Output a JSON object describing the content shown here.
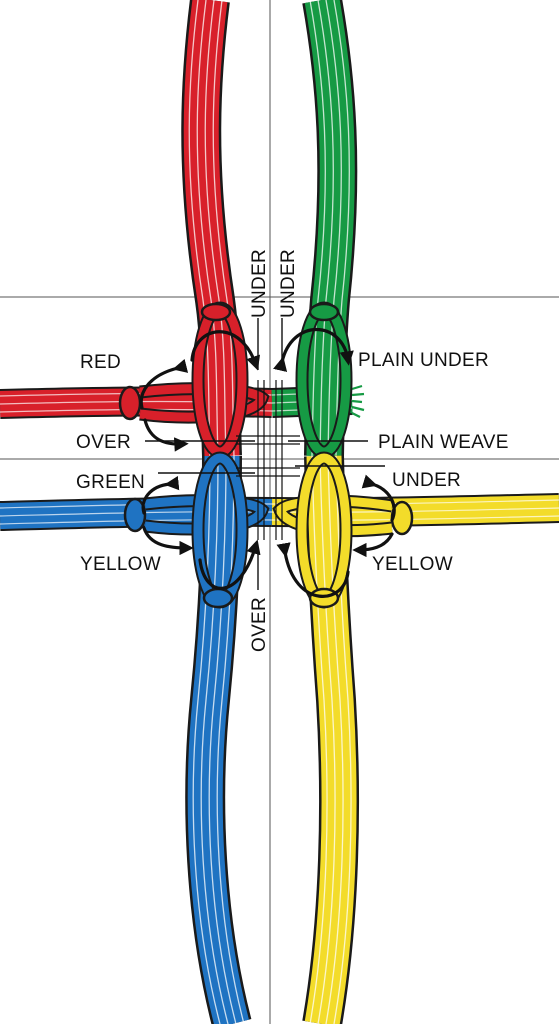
{
  "labels": {
    "red": "RED",
    "over_left": "OVER",
    "green": "GREEN",
    "yellow_left": "YELLOW",
    "plain_under": "PLAIN UNDER",
    "plain_weave": "PLAIN WEAVE",
    "under_right": "UNDER",
    "yellow_right": "YELLOW",
    "under_vertical_left": "UNDER",
    "under_vertical_right": "UNDER",
    "over_vertical": "OVER"
  },
  "colors": {
    "red": "#d8202a",
    "green": "#169a44",
    "blue": "#1f73c2",
    "yellow": "#f3dc2a",
    "outline": "#1a1a1a",
    "guide": "#555555",
    "highlight": "#ffffff"
  }
}
